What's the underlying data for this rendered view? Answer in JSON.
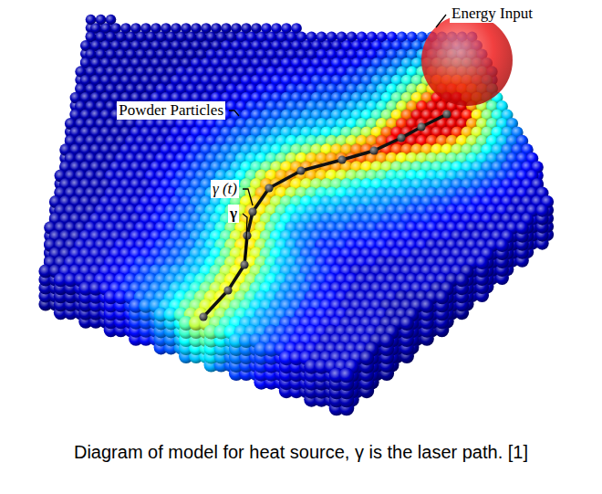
{
  "diagram": {
    "caption": "Diagram of model for heat source, γ is the laser path. [1]",
    "labels": [
      "Energy Input",
      "Powder Particles",
      "γ (t)",
      "γ"
    ]
  }
}
